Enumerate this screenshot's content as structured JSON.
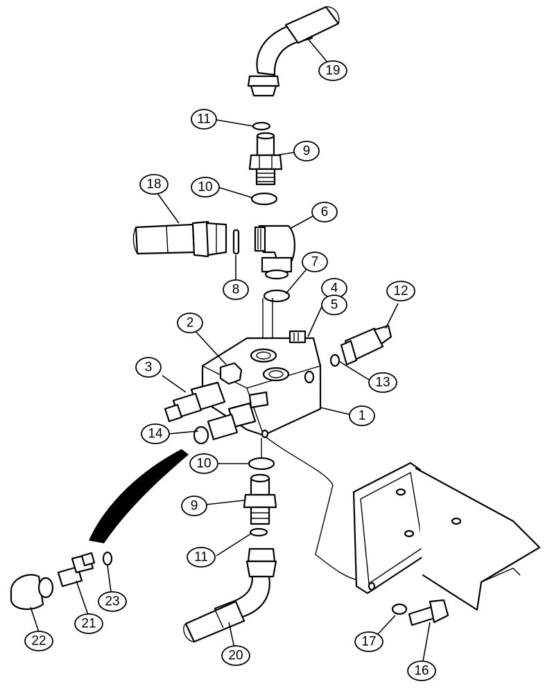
{
  "callouts": {
    "c1": "1",
    "c2": "2",
    "c3": "3",
    "c4": "4",
    "c5": "5",
    "c6": "6",
    "c7": "7",
    "c8": "8",
    "c9a": "9",
    "c9b": "9",
    "c10a": "10",
    "c10b": "10",
    "c11a": "11",
    "c11b": "11",
    "c12": "12",
    "c13": "13",
    "c14": "14",
    "c16": "16",
    "c17": "17",
    "c18": "18",
    "c19": "19",
    "c20": "20",
    "c21": "21",
    "c22": "22",
    "c23": "23"
  }
}
